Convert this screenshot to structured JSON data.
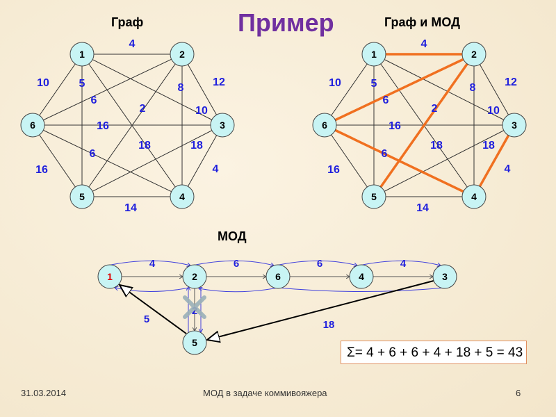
{
  "slide": {
    "title": "Пример",
    "left_caption": "Граф",
    "right_caption": "Граф и МОД",
    "mst_caption": "МОД",
    "sum_text": "Σ= 4 + 6 + 6 + 4 + 18 + 5 = 43",
    "footer_date": "31.03.2014",
    "footer_title": "МОД в задаче коммивояжера",
    "page_number": "6"
  },
  "colors": {
    "node_fill": "#c8f4f4",
    "edge": "#333333",
    "weight": "#1f1fdd",
    "mst_edge": "#f07020",
    "start_node": "#e00000",
    "tour_arrow": "#4040dd"
  },
  "graph": {
    "nodes": [
      "1",
      "2",
      "3",
      "4",
      "5",
      "6"
    ],
    "edges": [
      {
        "a": "1",
        "b": "2",
        "w": "4"
      },
      {
        "a": "1",
        "b": "6",
        "w": "10"
      },
      {
        "a": "1",
        "b": "5",
        "w": "5"
      },
      {
        "a": "2",
        "b": "6",
        "w": "6"
      },
      {
        "a": "2",
        "b": "4",
        "w": "8"
      },
      {
        "a": "2",
        "b": "3",
        "w": "12"
      },
      {
        "a": "2",
        "b": "5",
        "w": "2"
      },
      {
        "a": "1",
        "b": "3",
        "w": "10"
      },
      {
        "a": "6",
        "b": "3",
        "w": "16"
      },
      {
        "a": "1",
        "b": "4",
        "w": "18"
      },
      {
        "a": "5",
        "b": "3",
        "w": "18"
      },
      {
        "a": "6",
        "b": "4",
        "w": "6"
      },
      {
        "a": "6",
        "b": "5",
        "w": "16"
      },
      {
        "a": "3",
        "b": "4",
        "w": "4"
      },
      {
        "a": "5",
        "b": "4",
        "w": "14"
      }
    ],
    "mst_edges": [
      [
        "1",
        "2"
      ],
      [
        "2",
        "6"
      ],
      [
        "2",
        "5"
      ],
      [
        "6",
        "4"
      ],
      [
        "3",
        "4"
      ]
    ]
  },
  "tour": {
    "nodes": [
      "1",
      "2",
      "6",
      "4",
      "3",
      "5"
    ],
    "start": "1",
    "chain": [
      {
        "a": "1",
        "b": "2",
        "w": "4"
      },
      {
        "a": "2",
        "b": "6",
        "w": "6"
      },
      {
        "a": "6",
        "b": "4",
        "w": "6"
      },
      {
        "a": "4",
        "b": "3",
        "w": "4"
      }
    ],
    "removed": {
      "a": "2",
      "b": "5",
      "w": "2"
    },
    "shortcuts": [
      {
        "a": "3",
        "b": "5",
        "w": "18"
      },
      {
        "a": "5",
        "b": "1",
        "w": "5"
      }
    ]
  }
}
